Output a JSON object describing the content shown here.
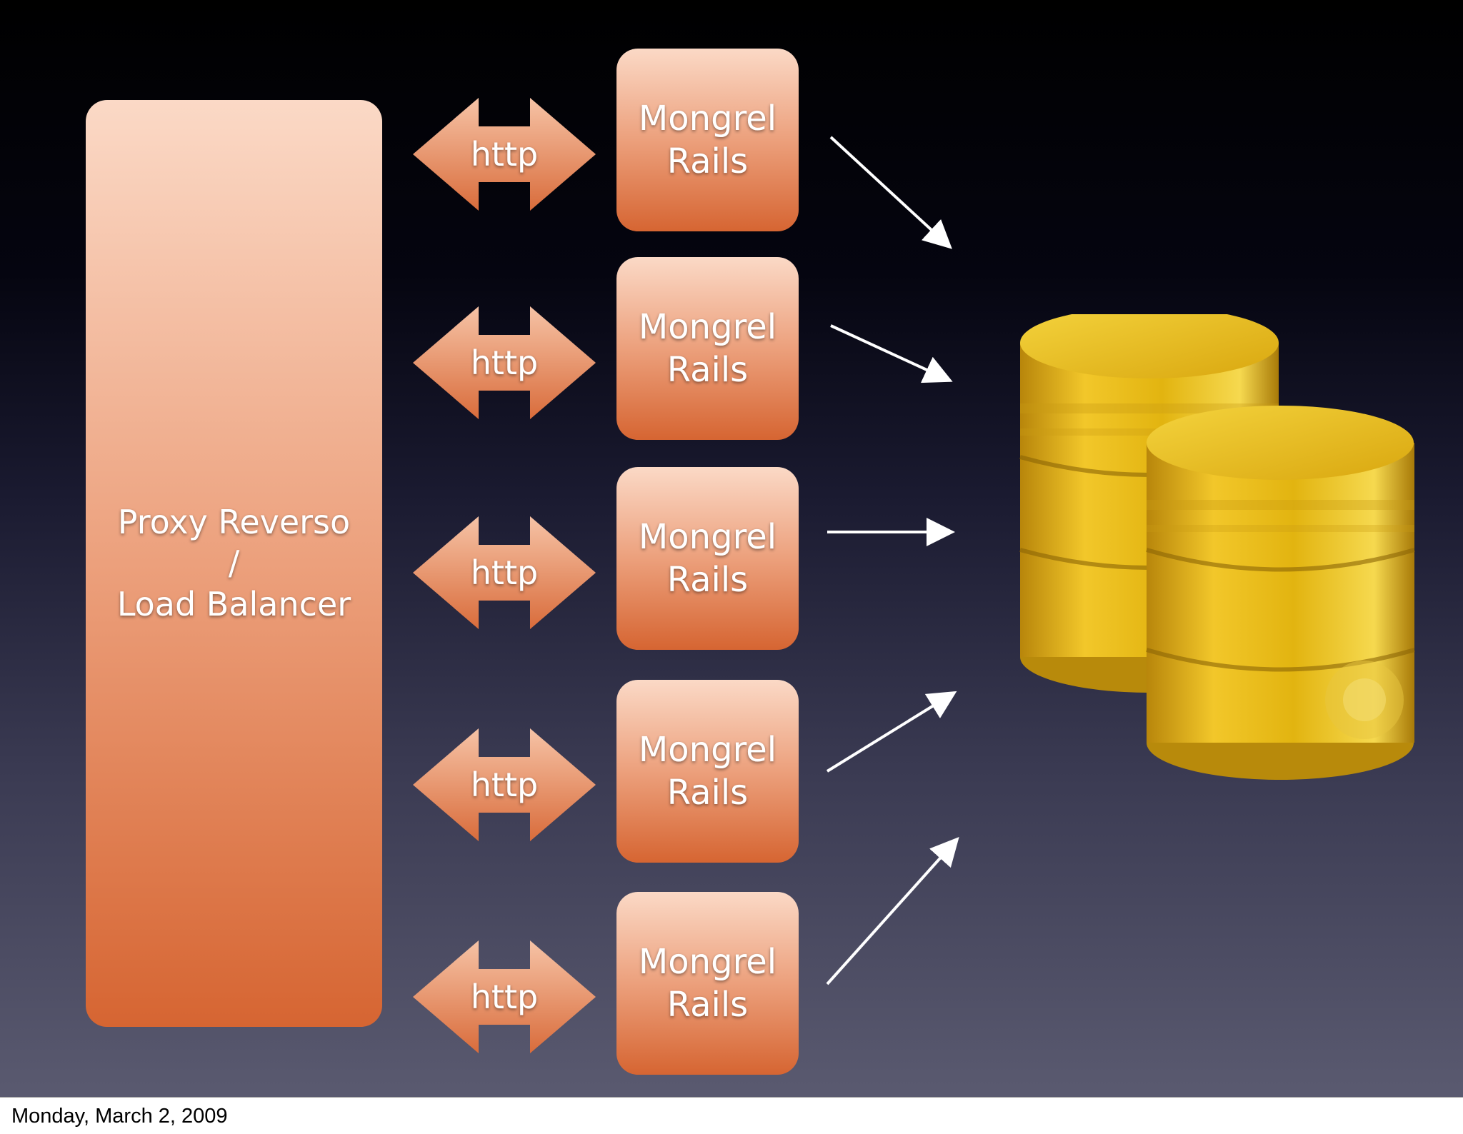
{
  "slide": {
    "proxy": {
      "lines": [
        "Proxy Reverso",
        "/",
        "Load Balancer"
      ]
    },
    "servers": [
      {
        "lines": [
          "Mongrel",
          "Rails"
        ],
        "protocol": "http"
      },
      {
        "lines": [
          "Mongrel",
          "Rails"
        ],
        "protocol": "http"
      },
      {
        "lines": [
          "Mongrel",
          "Rails"
        ],
        "protocol": "http"
      },
      {
        "lines": [
          "Mongrel",
          "Rails"
        ],
        "protocol": "http"
      },
      {
        "lines": [
          "Mongrel",
          "Rails"
        ],
        "protocol": "http"
      }
    ],
    "database": {
      "icon": "database-icon"
    },
    "colors": {
      "box_top": "#fbd9c6",
      "box_bottom": "#d66532",
      "db_gold": "#e2b410"
    }
  },
  "footer": {
    "date": "Monday, March 2, 2009"
  }
}
